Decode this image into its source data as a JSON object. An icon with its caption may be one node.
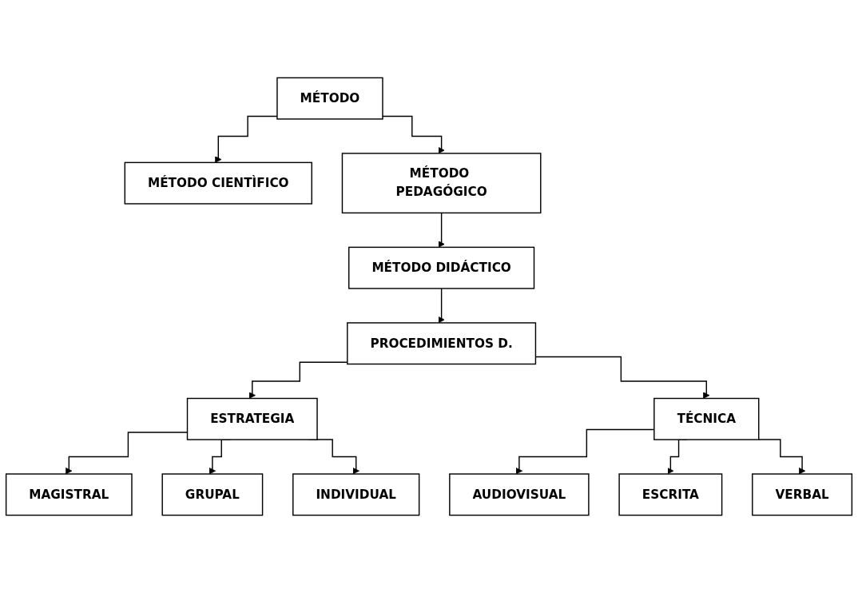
{
  "diagram": {
    "nodes": [
      {
        "text": [
          "MÉTODO"
        ]
      },
      {
        "text": [
          "MÉTODO CIENTÌFICO"
        ]
      },
      {
        "text": [
          "MÉTODO PEDAGÓGICO"
        ]
      },
      {
        "text": [
          "MÉTODO DIDÁCTICO"
        ]
      },
      {
        "text": [
          "PROCEDIMIENTOS D."
        ]
      },
      {
        "text": [
          "ESTRATEGIA"
        ]
      },
      {
        "text": [
          "TÉCNICA"
        ]
      },
      {
        "text": [
          "MAGISTRAL"
        ]
      },
      {
        "text": [
          "GRUPAL"
        ]
      },
      {
        "text": [
          "INDIVIDUAL"
        ]
      },
      {
        "text": [
          "AUDIOVISUAL"
        ]
      },
      {
        "text": [
          "ESCRITA"
        ]
      },
      {
        "text": [
          "VERBAL"
        ]
      }
    ],
    "edges": [
      {
        "from": 0,
        "to": 1,
        "arrow": "to"
      },
      {
        "from": 0,
        "to": 2,
        "arrow": "to"
      },
      {
        "from": 2,
        "to": 3,
        "arrow": "to"
      },
      {
        "from": 3,
        "to": 4,
        "arrow": "to"
      },
      {
        "from": 4,
        "to": 5,
        "arrow": "to"
      },
      {
        "from": 4,
        "to": 6,
        "arrow": "to"
      },
      {
        "from": 5,
        "to": 7,
        "arrow": "to"
      },
      {
        "from": 5,
        "to": 8,
        "arrow": "to"
      },
      {
        "from": 5,
        "to": 9,
        "arrow": "to"
      },
      {
        "from": 6,
        "to": 10,
        "arrow": "to"
      },
      {
        "from": 6,
        "to": 11,
        "arrow": "to"
      },
      {
        "from": 6,
        "to": 12,
        "arrow": "to"
      }
    ]
  }
}
